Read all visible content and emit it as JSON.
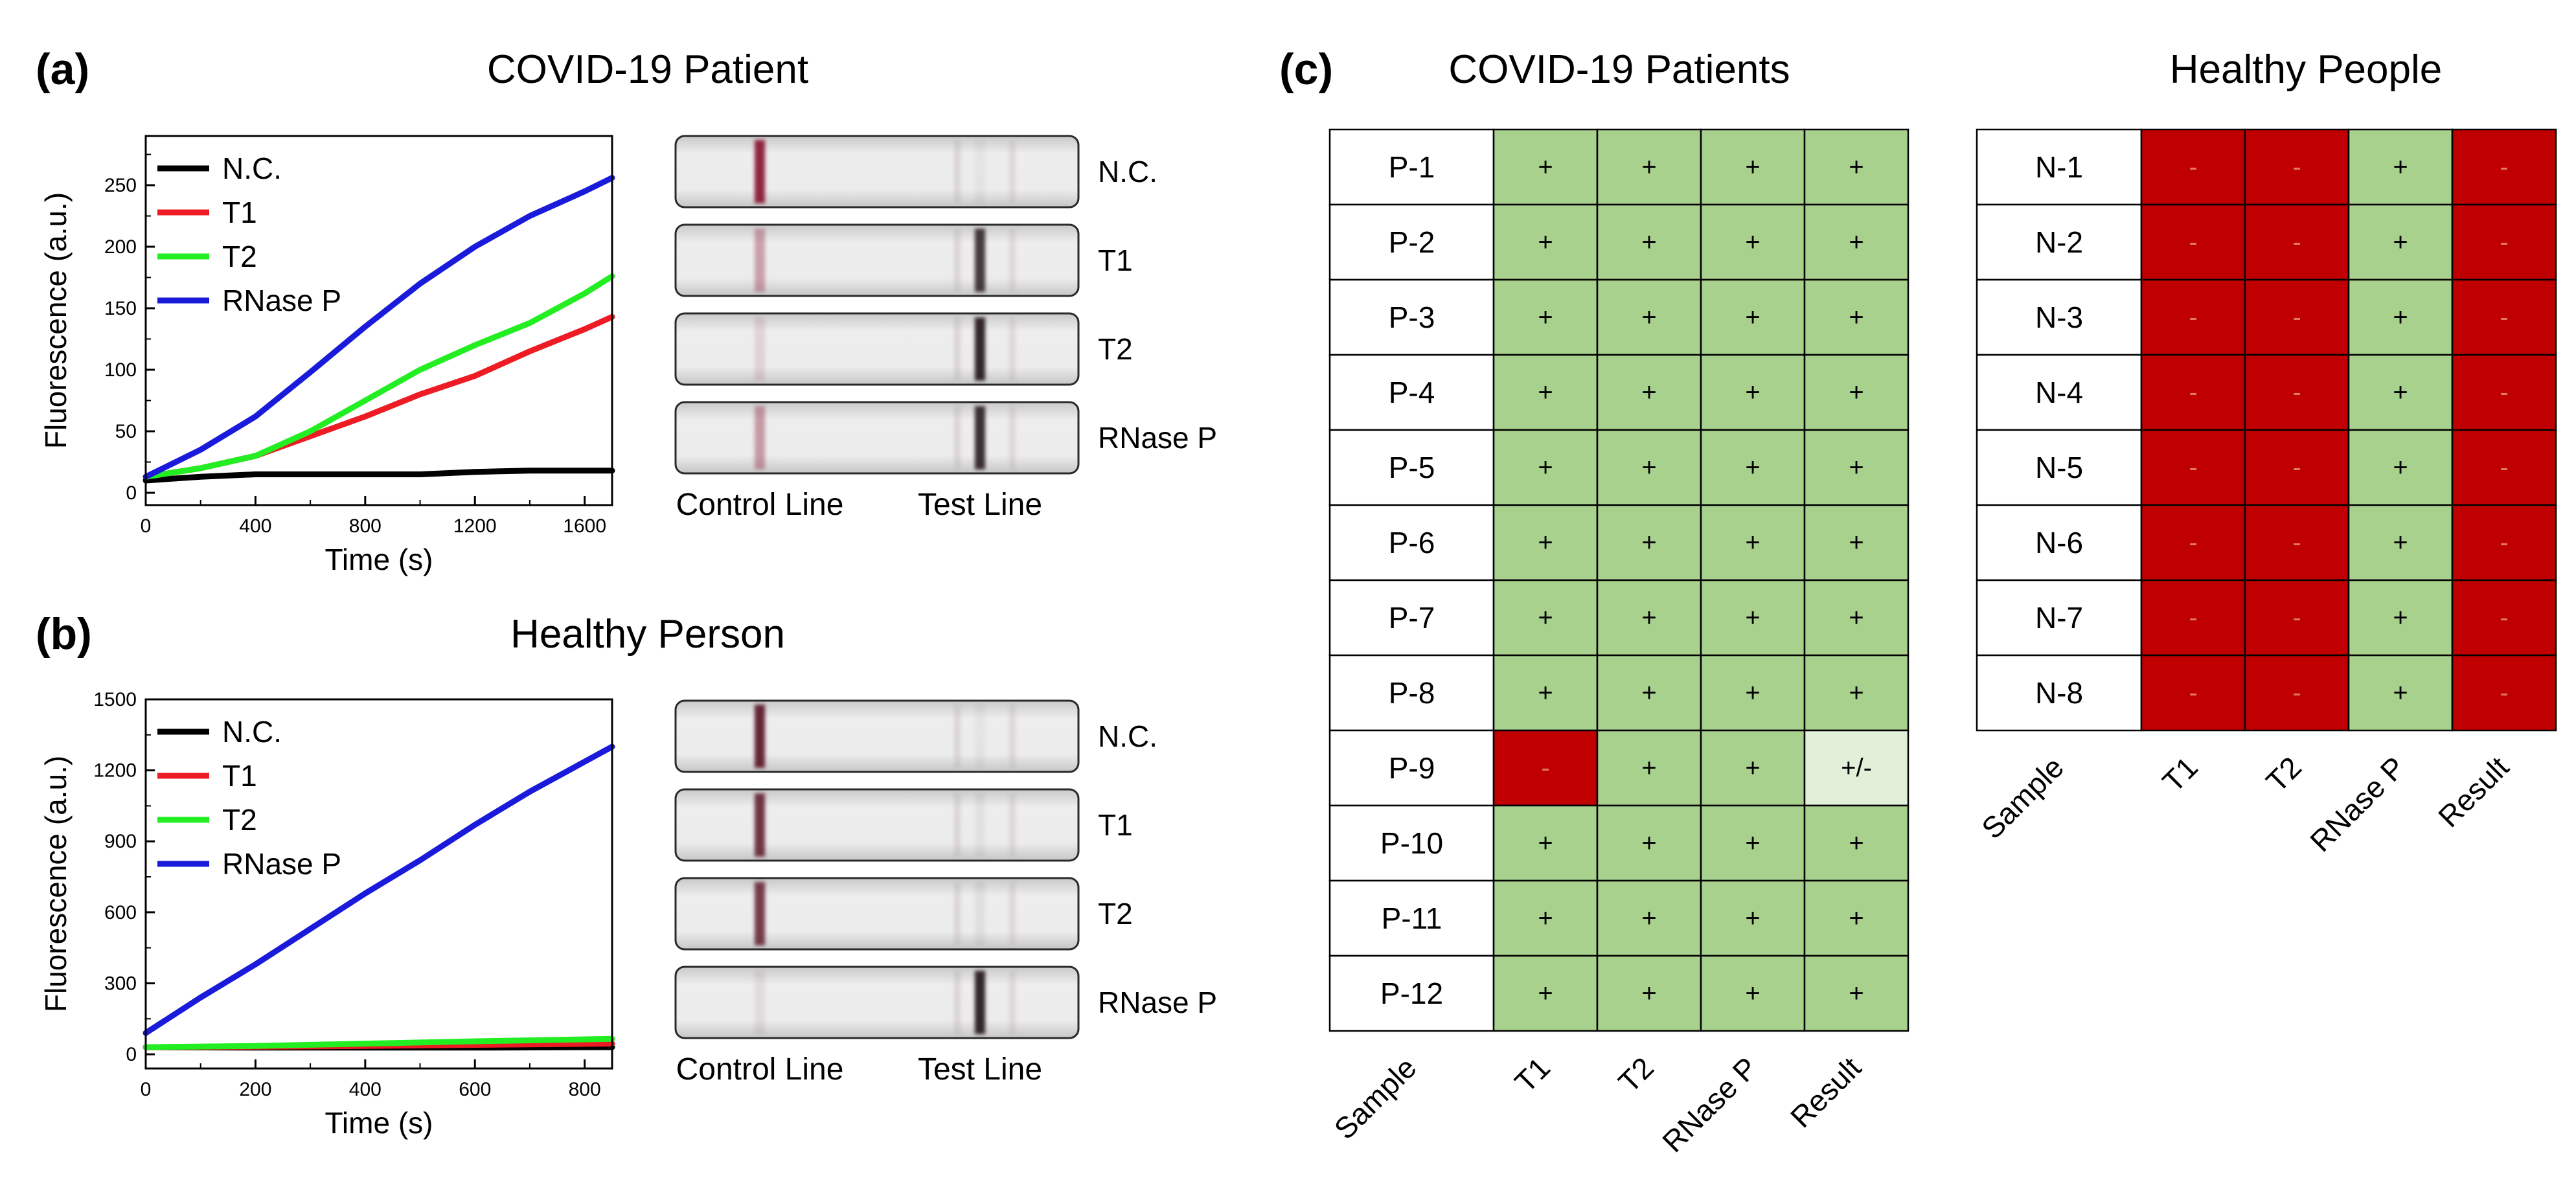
{
  "panels": {
    "a": {
      "letter": "(a)",
      "title": "COVID-19 Patient"
    },
    "b": {
      "letter": "(b)",
      "title": "Healthy Person"
    },
    "c": {
      "letter": "(c)"
    }
  },
  "strip_labels": {
    "control": "Control Line",
    "test": "Test Line",
    "rows": [
      "N.C.",
      "T1",
      "T2",
      "RNase P"
    ]
  },
  "chart_data": [
    {
      "id": "a",
      "type": "line",
      "title": "COVID-19 Patient",
      "xlabel": "Time (s)",
      "ylabel": "Fluorescence (a.u.)",
      "xlim": [
        0,
        1700
      ],
      "ylim": [
        -10,
        290
      ],
      "xticks": [
        0,
        400,
        800,
        1200,
        1600
      ],
      "yticks": [
        0,
        50,
        100,
        150,
        200,
        250
      ],
      "grid": false,
      "legend": "top-left",
      "series": [
        {
          "name": "N.C.",
          "color": "#000000",
          "x": [
            0,
            200,
            400,
            600,
            800,
            1000,
            1200,
            1400,
            1600,
            1700
          ],
          "y": [
            10,
            13,
            15,
            15,
            15,
            15,
            17,
            18,
            18,
            18
          ]
        },
        {
          "name": "T1",
          "color": "#ed1c24",
          "x": [
            0,
            200,
            400,
            600,
            800,
            1000,
            1200,
            1400,
            1600,
            1700
          ],
          "y": [
            13,
            20,
            30,
            46,
            62,
            80,
            95,
            115,
            133,
            143
          ]
        },
        {
          "name": "T2",
          "color": "#22ee22",
          "x": [
            0,
            200,
            400,
            600,
            800,
            1000,
            1200,
            1400,
            1600,
            1700
          ],
          "y": [
            13,
            20,
            30,
            50,
            75,
            100,
            120,
            138,
            162,
            176
          ]
        },
        {
          "name": "RNase P",
          "color": "#1a1adb",
          "x": [
            0,
            200,
            400,
            600,
            800,
            1000,
            1200,
            1400,
            1600,
            1700
          ],
          "y": [
            13,
            35,
            62,
            98,
            135,
            170,
            200,
            225,
            245,
            256
          ]
        }
      ]
    },
    {
      "id": "b",
      "type": "line",
      "title": "Healthy Person",
      "xlabel": "Time (s)",
      "ylabel": "Fluorescence (a.u.)",
      "xlim": [
        0,
        850
      ],
      "ylim": [
        -60,
        1500
      ],
      "xticks": [
        0,
        200,
        400,
        600,
        800
      ],
      "yticks": [
        0,
        300,
        600,
        900,
        1200,
        1500
      ],
      "grid": false,
      "legend": "top-left",
      "series": [
        {
          "name": "N.C.",
          "color": "#000000",
          "x": [
            0,
            200,
            400,
            600,
            850
          ],
          "y": [
            30,
            28,
            28,
            28,
            30
          ]
        },
        {
          "name": "T1",
          "color": "#ed1c24",
          "x": [
            0,
            200,
            400,
            600,
            850
          ],
          "y": [
            30,
            32,
            35,
            40,
            45
          ]
        },
        {
          "name": "T2",
          "color": "#22ee22",
          "x": [
            0,
            200,
            400,
            600,
            850
          ],
          "y": [
            30,
            35,
            45,
            55,
            65
          ]
        },
        {
          "name": "RNase P",
          "color": "#1a1adb",
          "x": [
            0,
            100,
            200,
            300,
            400,
            500,
            600,
            700,
            850
          ],
          "y": [
            90,
            240,
            380,
            530,
            680,
            820,
            970,
            1110,
            1300
          ]
        }
      ]
    }
  ],
  "strips": {
    "a": {
      "control": [
        0.92,
        0.35,
        0.12,
        0.38
      ],
      "test": [
        0.04,
        0.85,
        0.95,
        0.9
      ],
      "control_color": "#8a1530",
      "test_color": "#2a1a22"
    },
    "b": {
      "control": [
        0.92,
        0.85,
        0.82,
        0.08
      ],
      "test": [
        0.04,
        0.05,
        0.06,
        0.95
      ],
      "control_color": "#5a1626",
      "test_color": "#2a1a22"
    }
  },
  "tables": {
    "patients": {
      "title": "COVID-19 Patients",
      "columns": [
        "Sample",
        "T1",
        "T2",
        "RNase P",
        "Result"
      ],
      "rows": [
        [
          "P-1",
          "+",
          "+",
          "+",
          "+"
        ],
        [
          "P-2",
          "+",
          "+",
          "+",
          "+"
        ],
        [
          "P-3",
          "+",
          "+",
          "+",
          "+"
        ],
        [
          "P-4",
          "+",
          "+",
          "+",
          "+"
        ],
        [
          "P-5",
          "+",
          "+",
          "+",
          "+"
        ],
        [
          "P-6",
          "+",
          "+",
          "+",
          "+"
        ],
        [
          "P-7",
          "+",
          "+",
          "+",
          "+"
        ],
        [
          "P-8",
          "+",
          "+",
          "+",
          "+"
        ],
        [
          "P-9",
          "-",
          "+",
          "+",
          "+/-"
        ],
        [
          "P-10",
          "+",
          "+",
          "+",
          "+"
        ],
        [
          "P-11",
          "+",
          "+",
          "+",
          "+"
        ],
        [
          "P-12",
          "+",
          "+",
          "+",
          "+"
        ]
      ]
    },
    "healthy": {
      "title": "Healthy People",
      "columns": [
        "Sample",
        "T1",
        "T2",
        "RNase P",
        "Result"
      ],
      "rows": [
        [
          "N-1",
          "-",
          "-",
          "+",
          "-"
        ],
        [
          "N-2",
          "-",
          "-",
          "+",
          "-"
        ],
        [
          "N-3",
          "-",
          "-",
          "+",
          "-"
        ],
        [
          "N-4",
          "-",
          "-",
          "+",
          "-"
        ],
        [
          "N-5",
          "-",
          "-",
          "+",
          "-"
        ],
        [
          "N-6",
          "-",
          "-",
          "+",
          "-"
        ],
        [
          "N-7",
          "-",
          "-",
          "+",
          "-"
        ],
        [
          "N-8",
          "-",
          "-",
          "+",
          "-"
        ]
      ]
    }
  },
  "colors": {
    "positive": "#a9d18e",
    "negative": "#c00000",
    "uncertain": "#e2efd9",
    "negative_text": "#e07a5f"
  }
}
